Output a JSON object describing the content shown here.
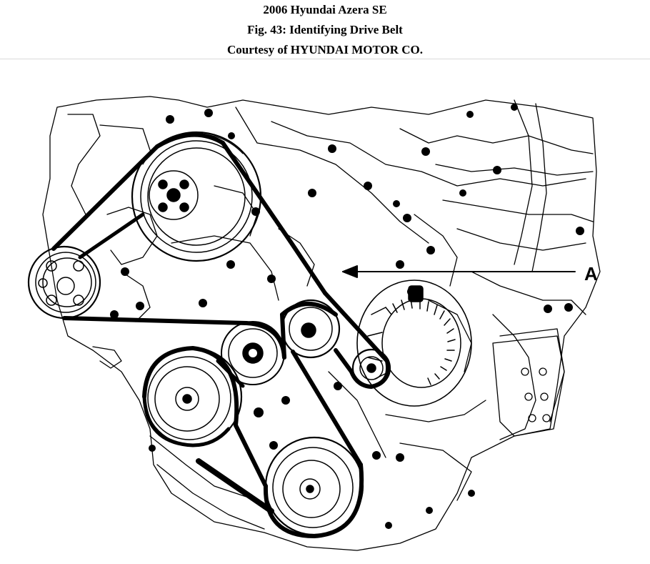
{
  "caption": {
    "line1": "2006 Hyundai Azera SE",
    "line2": "Fig. 43: Identifying Drive Belt",
    "line3": "Courtesy of HYUNDAI MOTOR CO."
  },
  "callout": {
    "label": "A"
  },
  "colors": {
    "ink": "#000000",
    "paper": "#ffffff"
  }
}
